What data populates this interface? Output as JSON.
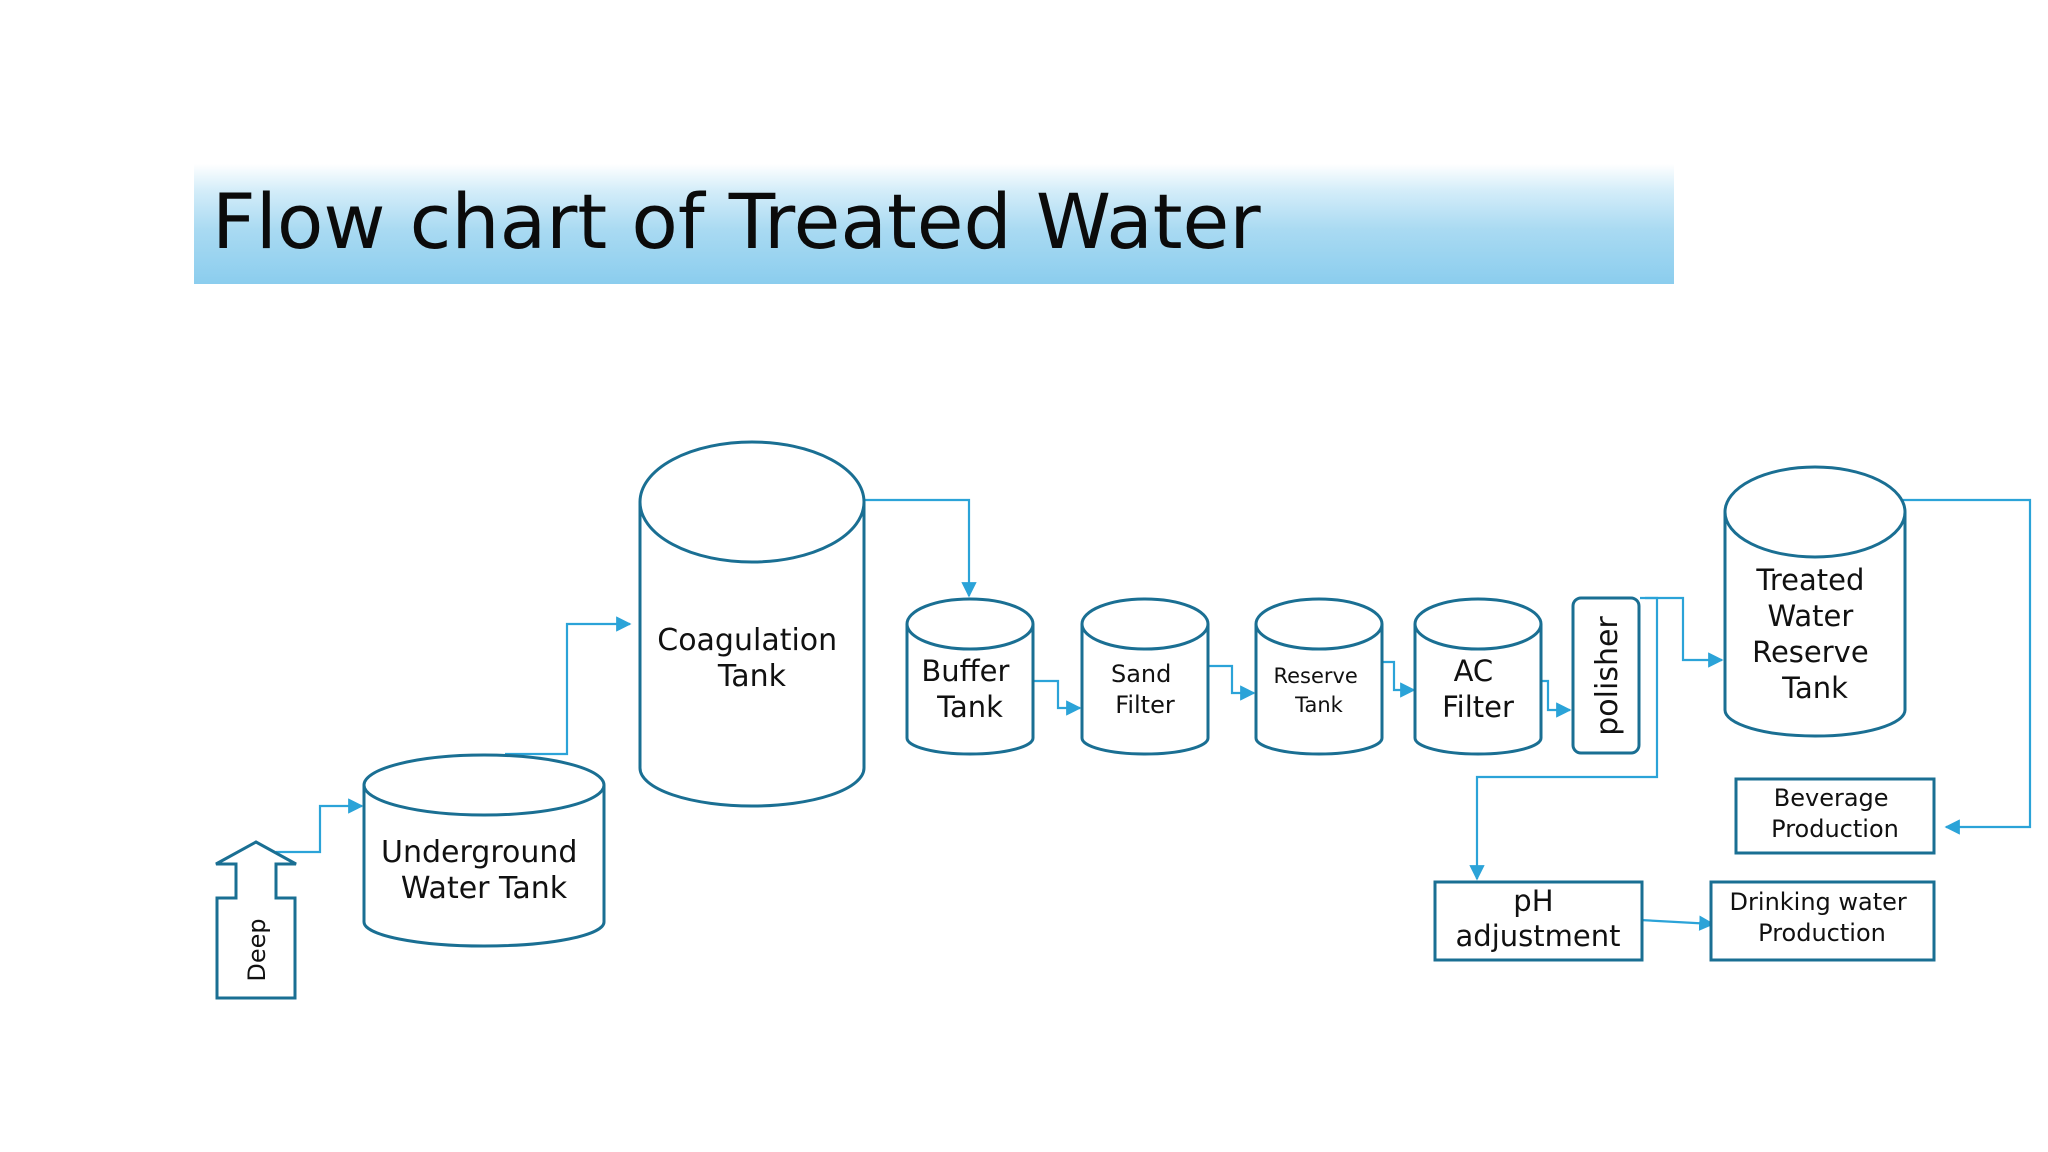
{
  "title": "Flow chart of Treated Water",
  "colors": {
    "outline": "#1a6f93",
    "connector": "#2ba3d8",
    "title_band": "#8bcdee",
    "text": "#111111"
  },
  "nodes": {
    "deep": "Deep",
    "underground_tank": [
      "Underground",
      "Water Tank"
    ],
    "coagulation_tank": [
      "Coagulation",
      "Tank"
    ],
    "buffer_tank": [
      "Buffer",
      "Tank"
    ],
    "sand_filter": [
      "Sand",
      "Filter"
    ],
    "reserve_tank": [
      "Reserve",
      "Tank"
    ],
    "ac_filter": [
      "AC",
      "Filter"
    ],
    "polisher": "polisher",
    "treated_water_reserve_tank": [
      "Treated",
      "Water",
      "Reserve",
      "Tank"
    ],
    "beverage_production": [
      "Beverage",
      "Production"
    ],
    "ph_adjustment": [
      "pH",
      "adjustment"
    ],
    "drinking_water_production": [
      "Drinking water",
      "Production"
    ]
  }
}
